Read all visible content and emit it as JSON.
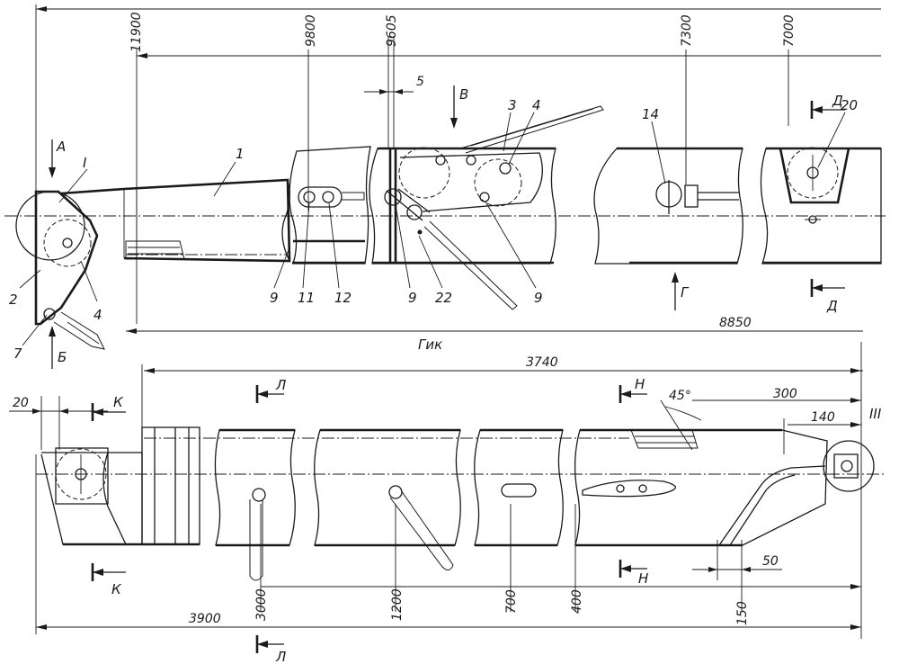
{
  "labels": {
    "dim_11900": "11900",
    "dim_9800": "9800",
    "dim_9605": "9605",
    "dim_7300": "7300",
    "dim_7000": "7000",
    "dim_5": "5",
    "dim_8850": "8850",
    "gik": "Гик",
    "dim_3740": "3740",
    "dim_20": "20",
    "dim_45deg": "45°",
    "dim_300": "300",
    "dim_140": "140",
    "dim_50": "50",
    "dim_3000": "3000",
    "dim_1200": "1200",
    "dim_700": "700",
    "dim_400": "400",
    "dim_150": "150",
    "dim_3900": "3900",
    "view_A": "А",
    "view_B": "Б",
    "view_V": "В",
    "view_G": "Г",
    "view_D_top": "Д",
    "view_D_bot": "Д",
    "view_K_top": "К",
    "view_K_bot": "К",
    "view_L_top": "Л",
    "view_L_bot": "Л",
    "view_N_top": "Н",
    "view_N_bot": "Н",
    "node_I": "I",
    "node_III": "III",
    "pos_1": "1",
    "pos_2": "2",
    "pos_3": "3",
    "pos_4a": "4",
    "pos_4b": "4",
    "pos_7": "7",
    "pos_9a": "9",
    "pos_9b": "9",
    "pos_9c": "9",
    "pos_11": "11",
    "pos_12": "12",
    "pos_14": "14",
    "pos_20": "20",
    "pos_22": "22"
  }
}
